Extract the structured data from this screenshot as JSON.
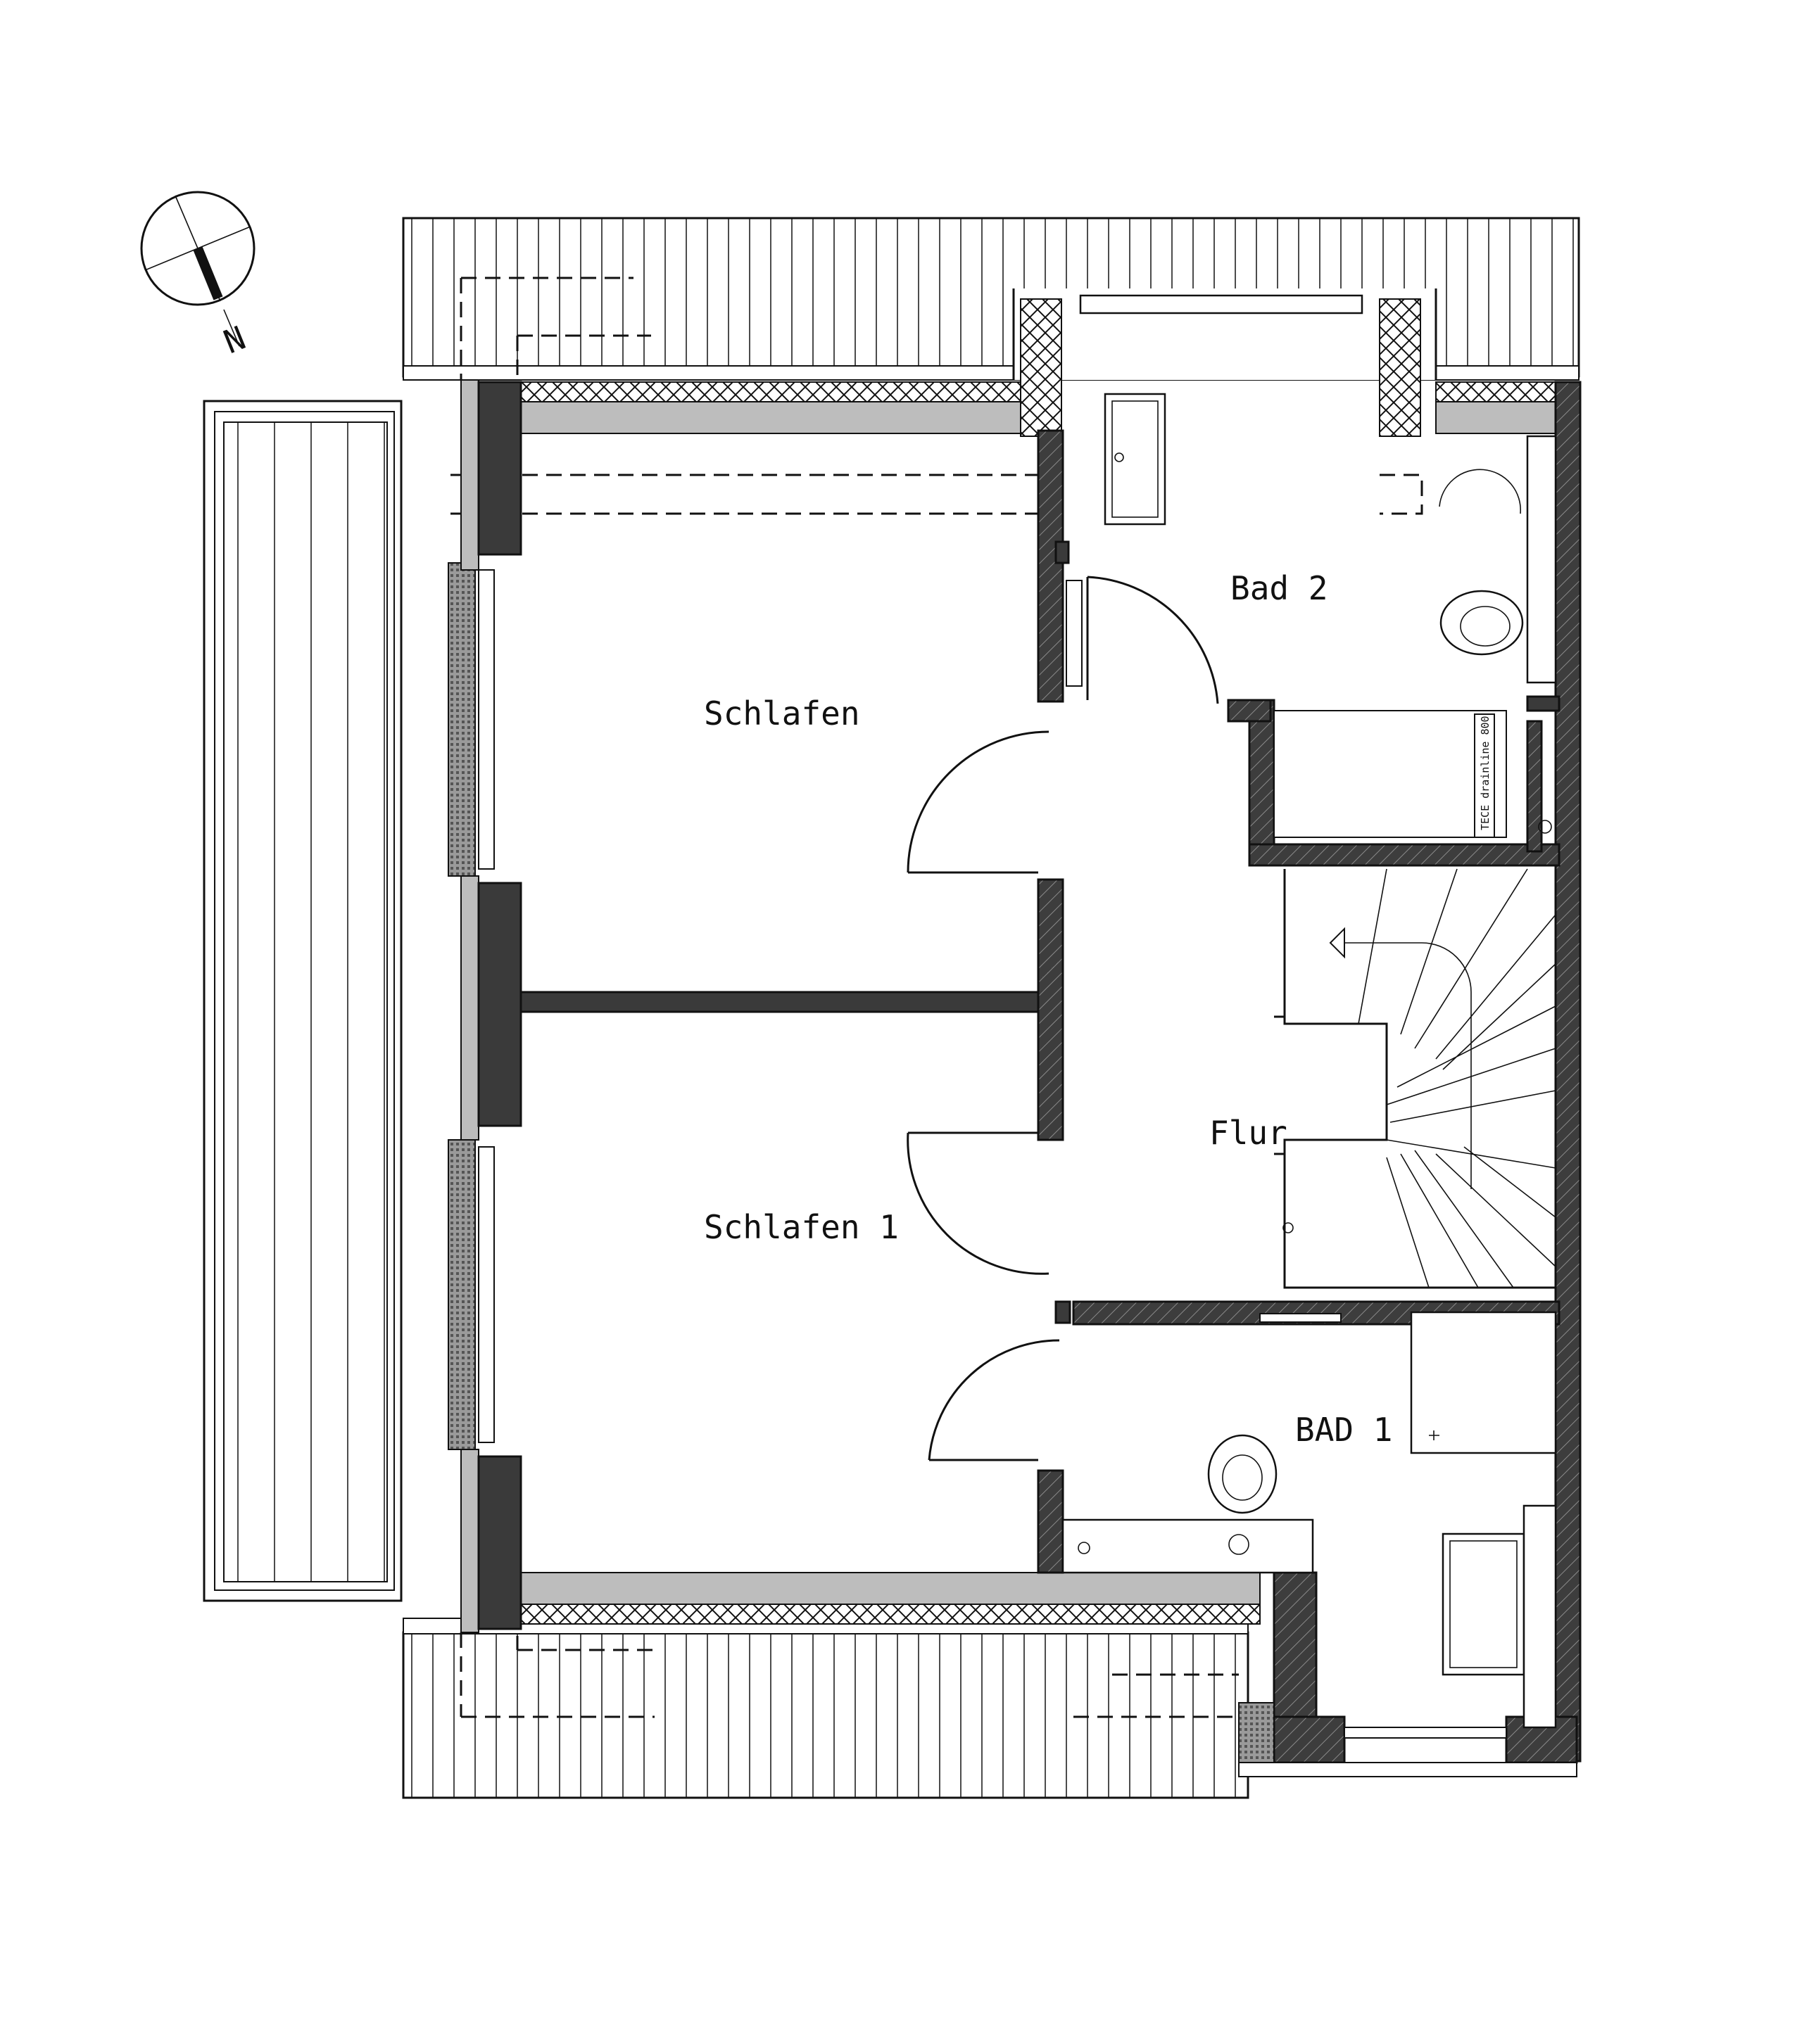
{
  "plan": {
    "rooms": [
      {
        "id": "schlafen",
        "label": "Schlafen"
      },
      {
        "id": "schlafen-1",
        "label": "Schlafen 1"
      },
      {
        "id": "bad-2",
        "label": "Bad 2"
      },
      {
        "id": "flur",
        "label": "Flur"
      },
      {
        "id": "bad-1",
        "label": "BAD 1"
      }
    ],
    "fixture_label": "TECE drainline 800",
    "north_label": "N",
    "icons": [
      "compass-icon"
    ]
  }
}
